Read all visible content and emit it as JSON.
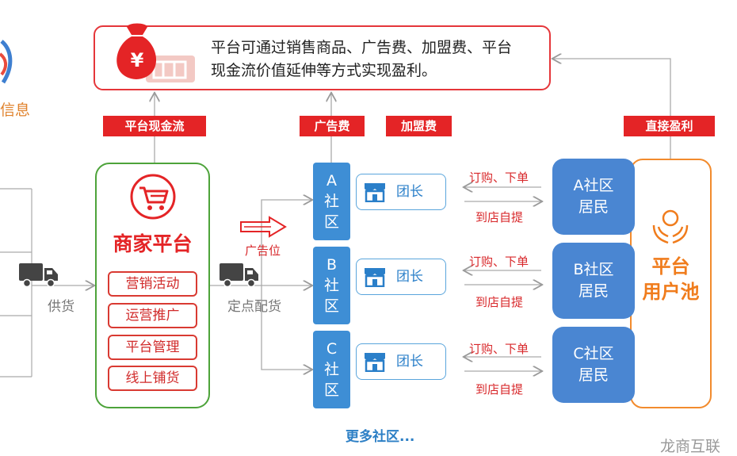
{
  "top_text_line1": "平台可通过销售商品、广告费、加盟费、平台",
  "top_text_line2": "现金流价值延伸等方式实现盈利。",
  "tags": {
    "cashflow": "平台现金流",
    "ad_fee": "广告费",
    "franchise_fee": "加盟费",
    "direct_profit": "直接盈利"
  },
  "merchant": {
    "title": "商家平台",
    "items": [
      "营销活动",
      "运营推广",
      "平台管理",
      "线上铺货"
    ]
  },
  "labels": {
    "supply": "供货",
    "ad_slot": "广告位",
    "delivery": "定点配货",
    "order": "订购、下单",
    "pickup": "到店自提",
    "more_communities": "更多社区...",
    "watermark": "龙商互联",
    "logo_fragment": "信息"
  },
  "communities": [
    {
      "c1": "A",
      "c2": "社",
      "c3": "区"
    },
    {
      "c1": "B",
      "c2": "社",
      "c3": "区"
    },
    {
      "c1": "C",
      "c2": "社",
      "c3": "区"
    }
  ],
  "leader_label": "团长",
  "residents": [
    {
      "line1": "A社区",
      "line2": "居民"
    },
    {
      "line1": "B社区",
      "line2": "居民"
    },
    {
      "line1": "C社区",
      "line2": "居民"
    }
  ],
  "user_pool": {
    "line1": "平台",
    "line2": "用户池"
  },
  "colors": {
    "red": "#e42426",
    "green": "#4da33a",
    "blue": "#3e8ed5",
    "orange": "#f28b2d"
  },
  "icons": [
    "money-bag-icon",
    "shopping-cart-icon",
    "truck-icon",
    "store-icon",
    "hands-icon"
  ]
}
